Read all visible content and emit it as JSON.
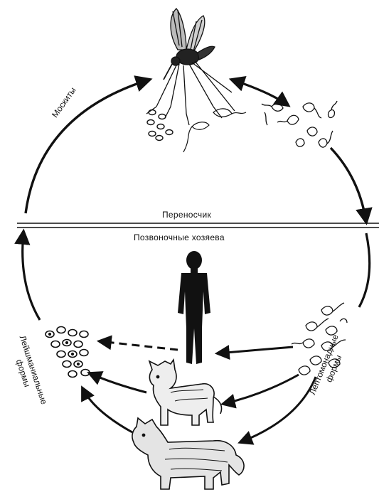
{
  "labels": {
    "vector": "Переносчик",
    "hosts": "Позвоночные хозяева",
    "mosquitoes": "Москиты",
    "leishmanial_line1": "Лейшманиальные",
    "leishmanial_line2": "формы",
    "leptomonad_line1": "Лептомонадные",
    "leptomonad_line2": "формы"
  },
  "icons": [
    "mosquito-icon",
    "human-icon",
    "dog-icon",
    "wolf-icon",
    "leishmanial-cells-icon",
    "leptomonad-cells-icon"
  ]
}
